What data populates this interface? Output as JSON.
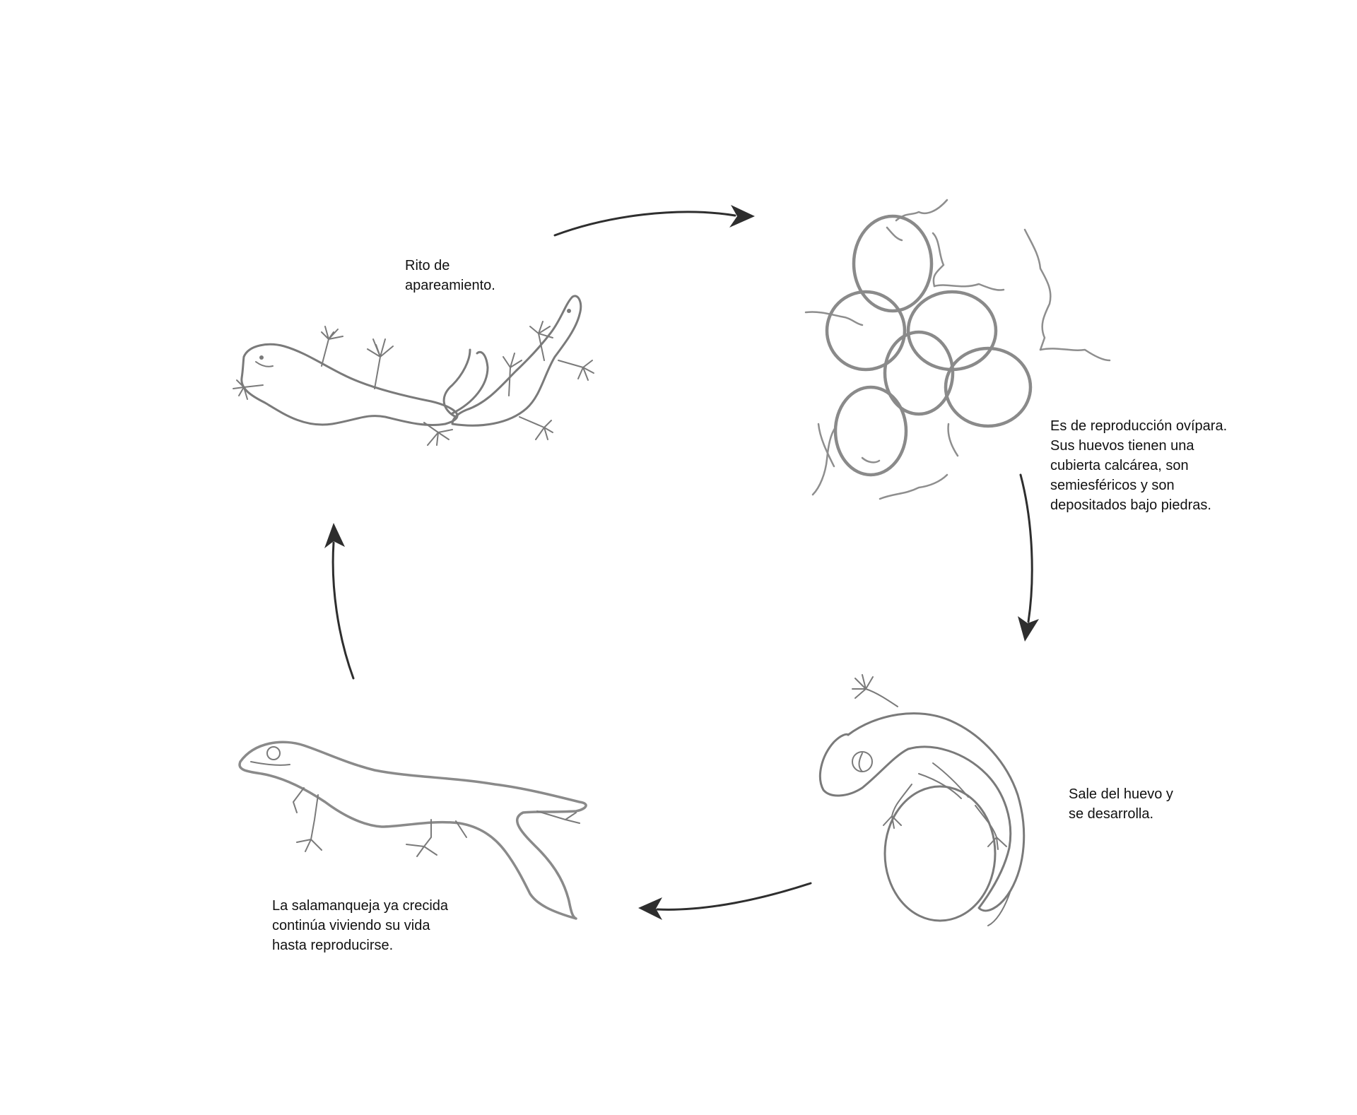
{
  "diagram": {
    "stages": [
      {
        "id": "mating",
        "lines": [
          "Rito de",
          "apareamiento."
        ]
      },
      {
        "id": "eggs",
        "lines": [
          "Es de reproducción ovípara.",
          "Sus huevos tienen una",
          "cubierta calcárea, son",
          "semiesféricos y son",
          "depositados bajo piedras."
        ]
      },
      {
        "id": "hatching",
        "lines": [
          "Sale del huevo y",
          "se desarrolla."
        ]
      },
      {
        "id": "adult",
        "lines": [
          "La salamanqueja ya crecida",
          "continúa viviendo su vida",
          "hasta reproducirse."
        ]
      }
    ],
    "icons": {
      "mating": "two-geckos-mating-illustration",
      "eggs": "gecko-eggs-under-stone-illustration",
      "hatching": "gecko-hatching-from-egg-illustration",
      "adult": "adult-gecko-illustration",
      "arrow": "cycle-arrow-icon"
    },
    "colors": {
      "arrow": "#2e2e2e",
      "drawing": "#7a7a7a",
      "text": "#111111",
      "background": "#ffffff"
    }
  }
}
